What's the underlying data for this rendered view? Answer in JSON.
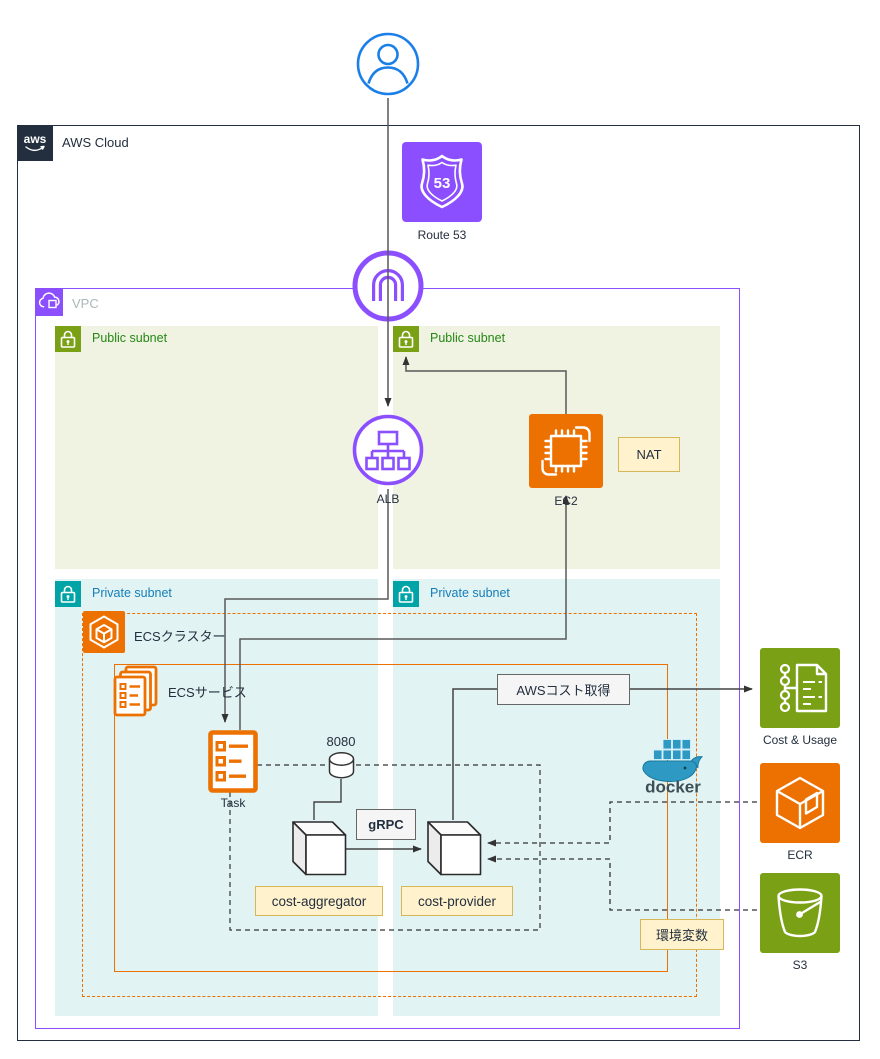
{
  "diagram_type": "aws-architecture-diagram",
  "labels": {
    "aws_logo": "aws",
    "aws_cloud": "AWS Cloud",
    "vpc": "VPC",
    "public_subnet_1": "Public subnet",
    "public_subnet_2": "Public subnet",
    "private_subnet_1": "Private subnet",
    "private_subnet_2": "Private subnet",
    "route53": "Route 53",
    "route53_shield": "53",
    "alb": "ALB",
    "ec2": "EC2",
    "nat": "NAT",
    "ecs_cluster": "ECSクラスター",
    "ecs_service": "ECSサービス",
    "task": "Task",
    "port": "8080",
    "grpc": "gRPC",
    "cost_aggregator": "cost-aggregator",
    "cost_provider": "cost-provider",
    "aws_cost_fetch": "AWSコスト取得",
    "env_vars": "環境変数",
    "docker": "docker",
    "cost_usage": "Cost & Usage",
    "ecr": "ECR",
    "s3": "S3"
  },
  "colors": {
    "aws_dark": "#232F3E",
    "purple": "#8C4FFF",
    "orange": "#ED7100",
    "green": "#7AA116",
    "teal": "#00A4A6",
    "public_subnet_fill": "#F0F3E2",
    "private_subnet_fill": "#E2F3F3",
    "public_label_text": "#248814",
    "private_label_text": "#147EBA",
    "note_yellow_fill": "#FFF2CC",
    "note_yellow_border": "#D6B656",
    "note_gray_fill": "#F5F5F5",
    "note_gray_border": "#666666",
    "user_blue": "#1C7FE8",
    "docker_blue": "#2E9AC4",
    "line_gray": "#595959"
  }
}
